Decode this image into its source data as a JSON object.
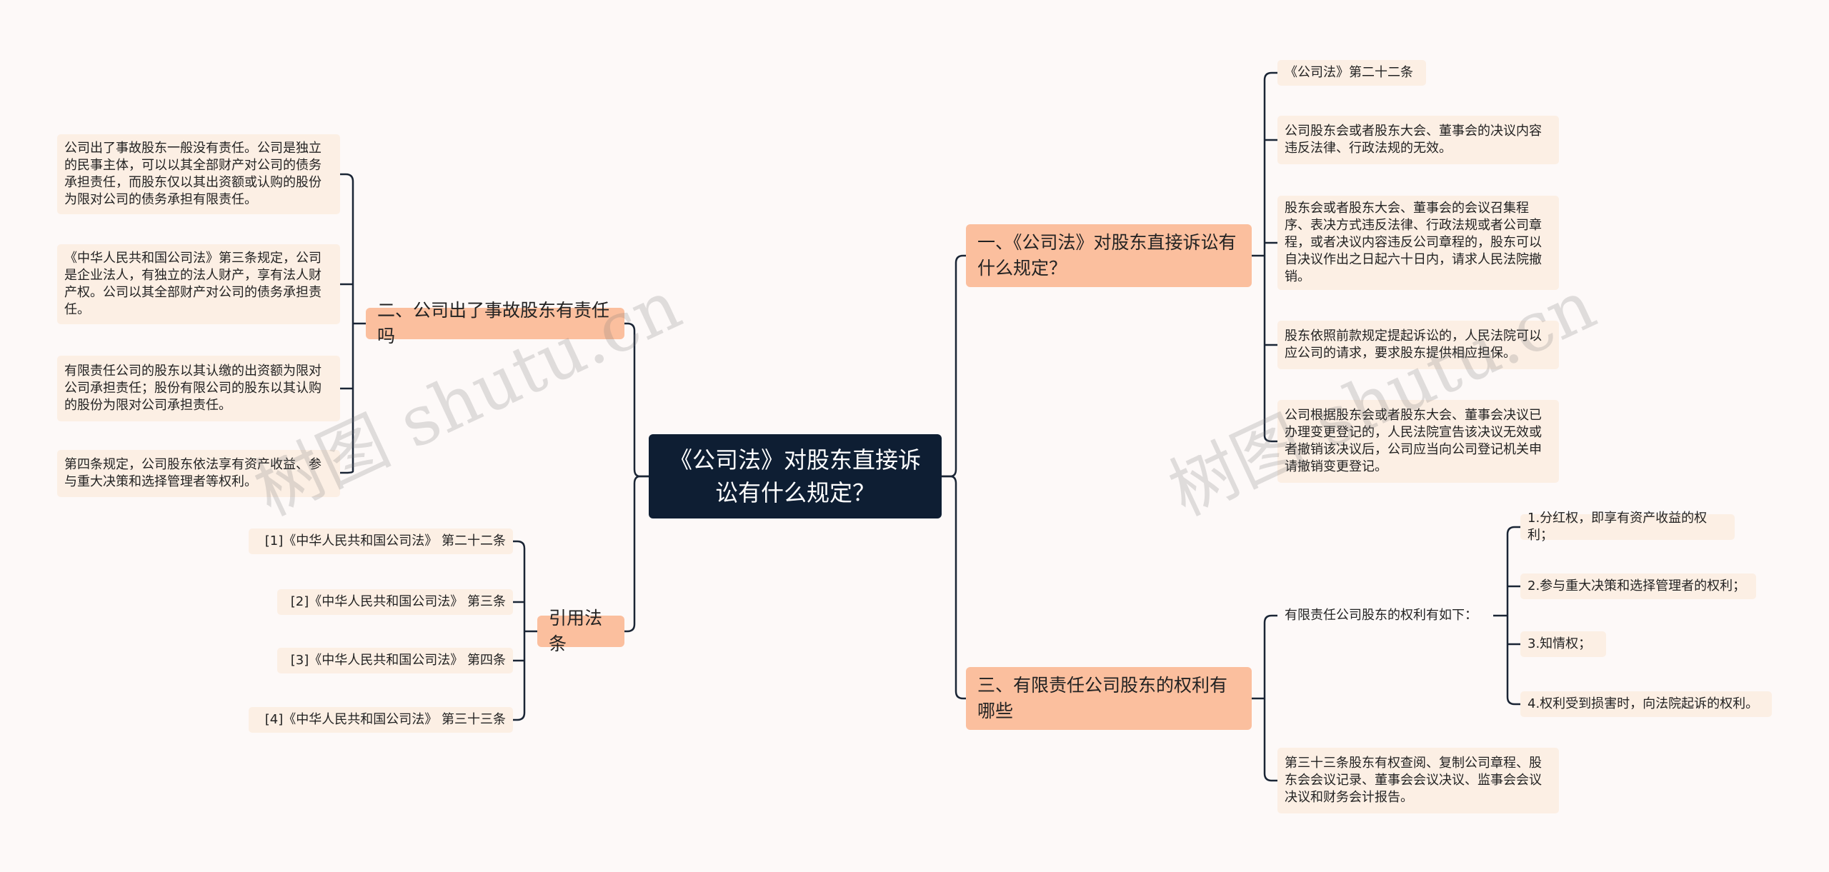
{
  "root": {
    "title": "《公司法》对股东直接诉讼有什么规定？"
  },
  "branches": {
    "b1": {
      "label": "一、《公司法》对股东直接诉讼有什么规定？"
    },
    "b2": {
      "label": "二、公司出了事故股东有责任吗"
    },
    "b3": {
      "label": "三、有限责任公司股东的权利有哪些"
    },
    "b4": {
      "label": "引用法条"
    }
  },
  "b1_leaves": [
    "《公司法》第二十二条",
    "公司股东会或者股东大会、董事会的决议内容违反法律、行政法规的无效。",
    "股东会或者股东大会、董事会的会议召集程序、表决方式违反法律、行政法规或者公司章程，或者决议内容违反公司章程的，股东可以自决议作出之日起六十日内，请求人民法院撤销。",
    "股东依照前款规定提起诉讼的，人民法院可以应公司的请求，要求股东提供相应担保。",
    "公司根据股东会或者股东大会、董事会决议已办理变更登记的，人民法院宣告该决议无效或者撤销该决议后，公司应当向公司登记机关申请撤销变更登记。"
  ],
  "b2_leaves": [
    "公司出了事故股东一般没有责任。公司是独立的民事主体，可以以其全部财产对公司的债务承担责任，而股东仅以其出资额或认购的股份为限对公司的债务承担有限责任。",
    "《中华人民共和国公司法》第三条规定，公司是企业法人，有独立的法人财产，享有法人财产权。公司以其全部财产对公司的债务承担责任。",
    "有限责任公司的股东以其认缴的出资额为限对公司承担责任；股份有限公司的股东以其认购的股份为限对公司承担责任。",
    "第四条规定，公司股东依法享有资产收益、参与重大决策和选择管理者等权利。"
  ],
  "b3_children": {
    "rights_intro": "有限责任公司股东的权利有如下：",
    "rights": [
      "1.分红权，即享有资产收益的权利；",
      "2.参与重大决策和选择管理者的权利；",
      "3.知情权；",
      "4.权利受到损害时，向法院起诉的权利。"
    ],
    "article33": "第三十三条股东有权查阅、复制公司章程、股东会会议记录、董事会会议决议、监事会会议决议和财务会计报告。"
  },
  "b4_leaves": [
    "[1]《中华人民共和国公司法》 第二十二条",
    "[2]《中华人民共和国公司法》 第三条",
    "[3]《中华人民共和国公司法》 第四条",
    "[4]《中华人民共和国公司法》 第三十三条"
  ],
  "watermarks": [
    "树图 shutu.cn",
    "树图 shutu.cn"
  ],
  "colors": {
    "root_bg": "#0e1e33",
    "branch_bg": "#fbbf9e",
    "leaf_bg": "#fcefe4",
    "line": "#1a2535",
    "background": "#fdf9f8"
  }
}
